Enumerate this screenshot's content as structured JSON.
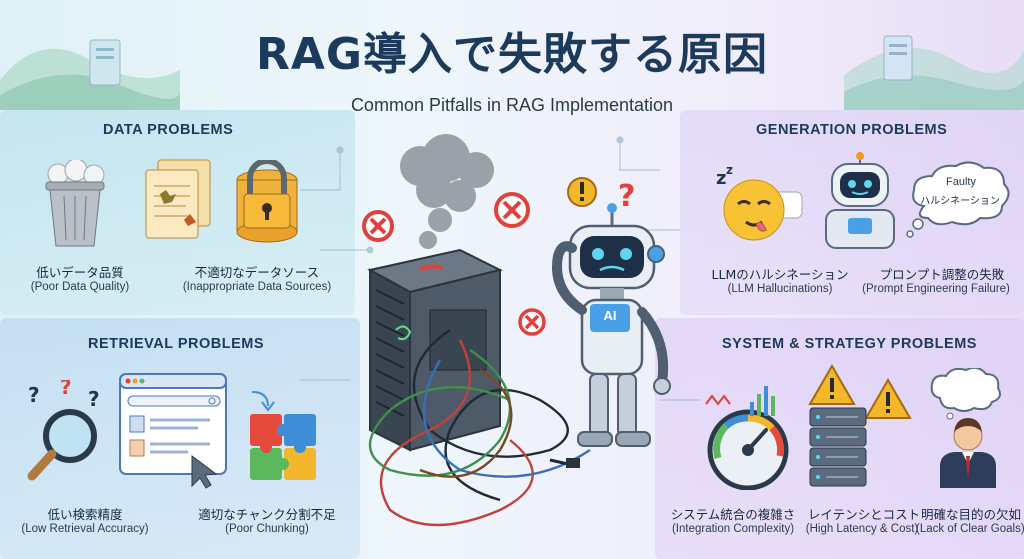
{
  "header": {
    "title": "RAG導入で失敗する原因",
    "subtitle": "Common Pitfalls in RAG Implementation"
  },
  "sections": {
    "data": {
      "title": "DATA PROBLEMS",
      "items": [
        {
          "jp": "低いデータ品質",
          "en": "(Poor Data Quality)",
          "icon": "trash-can-icon"
        },
        {
          "jp": "不適切なデータソース",
          "en": "(Inappropriate Data Sources)",
          "icon": "documents-icon"
        }
      ]
    },
    "retrieval": {
      "title": "RETRIEVAL PROBLEMS",
      "items": [
        {
          "jp": "低い検索精度",
          "en": "(Low Retrieval Accuracy)",
          "icon": "magnifier-icon"
        },
        {
          "jp": "適切なチャンク分割不足",
          "en": "(Poor Chunking)",
          "icon": "puzzle-icon"
        }
      ]
    },
    "generation": {
      "title": "GENERATION PROBLEMS",
      "items": [
        {
          "jp": "LLMのハルシネーション",
          "en": "(LLM Hallucinations)",
          "icon": "sleepy-face-icon"
        },
        {
          "jp": "プロンプト調整の失敗",
          "en": "(Prompt Engineering Failure)",
          "icon": "robot-icon"
        }
      ],
      "bubble_line1": "Faulty",
      "bubble_line2": "ハルシネーション"
    },
    "system": {
      "title": "SYSTEM & STRATEGY PROBLEMS",
      "items": [
        {
          "jp": "システム統合の複雑さ",
          "en": "(Integration Complexity)",
          "icon": "gauge-icon"
        },
        {
          "jp": "レイテンシとコスト",
          "en": "(High Latency & Cost)",
          "icon": "server-warning-icon"
        },
        {
          "jp": "明確な目的の欠如",
          "en": "(Lack of Clear Goals)",
          "icon": "businessman-icon"
        }
      ]
    }
  },
  "center": {
    "robot_badge": "AI"
  },
  "colors": {
    "title": "#1b3a5c",
    "error_red": "#e0413b",
    "warning_orange": "#f29b22",
    "robot_blue": "#4aa0e6"
  }
}
